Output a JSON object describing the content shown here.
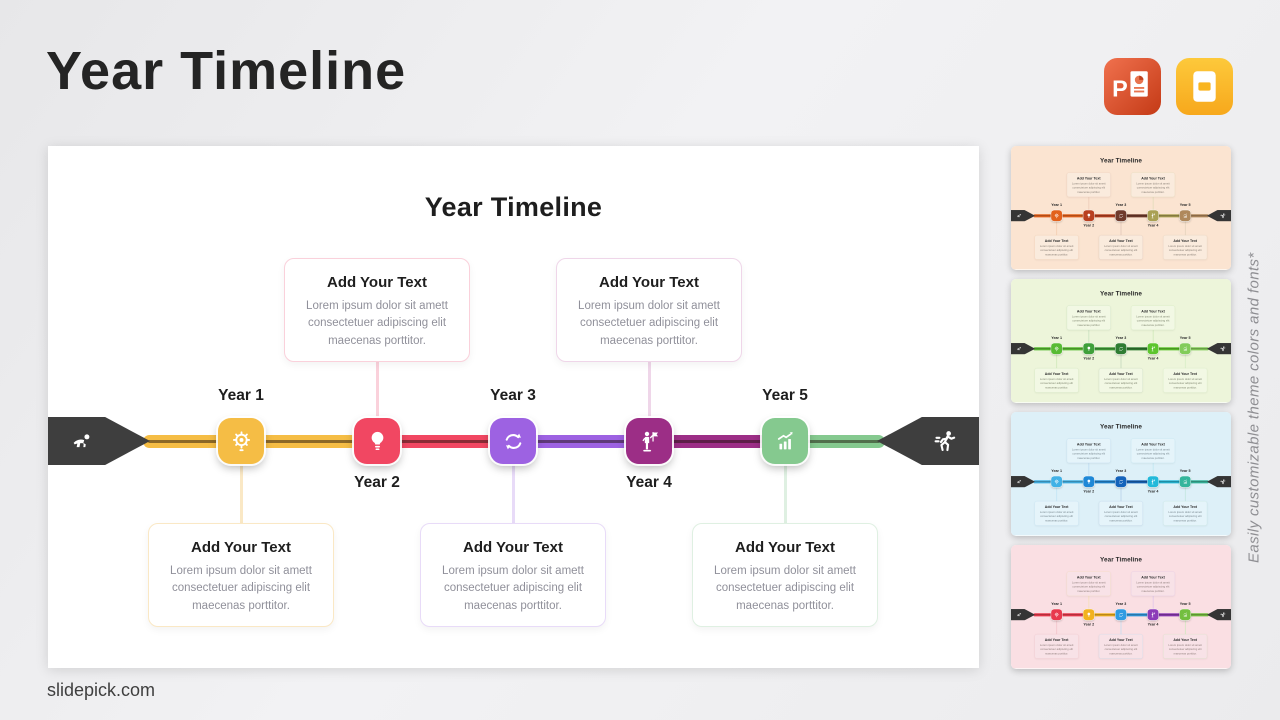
{
  "page": {
    "title": "Year Timeline",
    "footer": "slidepick.com",
    "side_note": "Easily customizable theme colors and fonts*",
    "format_icons": [
      "powerpoint-icon",
      "google-slides-icon"
    ]
  },
  "slide": {
    "title": "Year Timeline",
    "box": {
      "title": "Add Your Text",
      "body": "Lorem ipsum dolor sit amett consectetuer adipiscing elit maecenas porttitor."
    },
    "milestones": [
      {
        "label": "Year 1",
        "icon": "gear-idea-icon"
      },
      {
        "label": "Year 2",
        "icon": "lightbulb-icon"
      },
      {
        "label": "Year 3",
        "icon": "exchange-arrows-icon"
      },
      {
        "label": "Year 4",
        "icon": "person-flag-icon"
      },
      {
        "label": "Year 5",
        "icon": "growth-chart-icon"
      }
    ],
    "start_icon": "crawling-person-icon",
    "end_icon": "running-person-icon"
  },
  "themes": [
    {
      "name": "default-multicolor",
      "slide_bg": "#FFFFFF",
      "box_bg": "#FFFFFF",
      "arrow": "#3E3E3E",
      "tdark": "#1E1E1E",
      "body": "#90909a",
      "nodes": [
        {
          "c": "#F5BD45",
          "l": "#FAE8C5"
        },
        {
          "c": "#F14762",
          "l": "#FAD1DB"
        },
        {
          "c": "#9D62E2",
          "l": "#E8DBF8"
        },
        {
          "c": "#9C2E86",
          "l": "#EFD6E9"
        },
        {
          "c": "#85C98F",
          "l": "#DFF0E2"
        }
      ]
    },
    {
      "name": "warm-orange",
      "slide_bg": "#FBE4D1",
      "box_bg": "#FAEBDD",
      "arrow": "#353535",
      "tdark": "#2A2A2A",
      "body": "#8c8278",
      "nodes": [
        {
          "c": "#E2611C",
          "l": "#F2CBAC"
        },
        {
          "c": "#B94020",
          "l": "#EBC7B4"
        },
        {
          "c": "#6F3A2C",
          "l": "#DCC2B6"
        },
        {
          "c": "#A9A053",
          "l": "#DFDAB6"
        },
        {
          "c": "#AF885C",
          "l": "#E2D1BA"
        }
      ]
    },
    {
      "name": "fresh-green",
      "slide_bg": "#EDF5DA",
      "box_bg": "#F2F8E4",
      "arrow": "#353535",
      "tdark": "#2A2A2A",
      "body": "#848b74",
      "nodes": [
        {
          "c": "#57BB33",
          "l": "#CBE6B6"
        },
        {
          "c": "#3FA03A",
          "l": "#C4DFBB"
        },
        {
          "c": "#2F7D33",
          "l": "#BED4B7"
        },
        {
          "c": "#5CC52D",
          "l": "#CBE8B4"
        },
        {
          "c": "#82CC5A",
          "l": "#D6EDC4"
        }
      ]
    },
    {
      "name": "cool-blue",
      "slide_bg": "#DDF0F8",
      "box_bg": "#E5F4FA",
      "arrow": "#353535",
      "tdark": "#2A2A2A",
      "body": "#7a8a92",
      "nodes": [
        {
          "c": "#41B1E6",
          "l": "#BEE2F4"
        },
        {
          "c": "#1F88D7",
          "l": "#B8D8F0"
        },
        {
          "c": "#1463BB",
          "l": "#B3CCE8"
        },
        {
          "c": "#23B9DA",
          "l": "#BBE6F0"
        },
        {
          "c": "#34B59C",
          "l": "#BFE5DC"
        }
      ]
    },
    {
      "name": "pink-multicolor",
      "slide_bg": "#FADFE3",
      "box_bg": "#F8E2E7",
      "arrow": "#353535",
      "tdark": "#2A2A2A",
      "body": "#93807f",
      "nodes": [
        {
          "c": "#E8394D",
          "l": "#F2C0C7"
        },
        {
          "c": "#F2B21F",
          "l": "#F4DFB2"
        },
        {
          "c": "#2F9BE2",
          "l": "#BCDCF2"
        },
        {
          "c": "#8C3BB8",
          "l": "#DCC2EA"
        },
        {
          "c": "#73BF40",
          "l": "#CFE8BC"
        }
      ]
    }
  ]
}
